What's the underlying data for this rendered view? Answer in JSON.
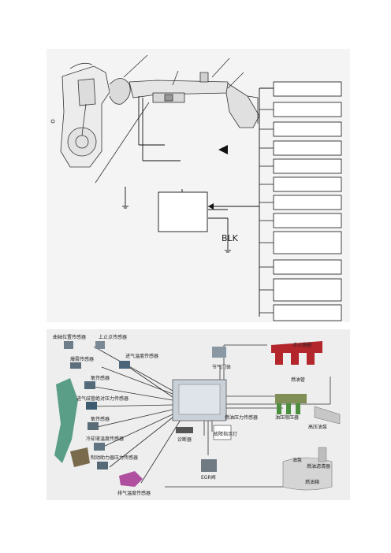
{
  "top_diagram": {
    "ground_label": "BLK",
    "output_boxes": [
      "",
      "",
      "",
      "",
      "",
      "",
      "",
      "",
      "",
      "",
      "",
      ""
    ]
  },
  "bottom_diagram": {
    "labels": {
      "crank_sensor": "曲轴位置传感器",
      "tdc_sensor": "上止点传感器",
      "knock_sensor": "爆震传感器",
      "intake_temp_sensor": "进气温度传感器",
      "throttle_body": "节气门体",
      "ignition_coil": "点火线圈",
      "oxygen_sensor_1": "氧传感器",
      "manifold_pressure_sensor": "进气歧管绝对压力传感器",
      "oxygen_sensor_2": "氧传感器",
      "coolant_temp_sensor": "冷却液温度传感器",
      "brake_booster_sensor": "制动助力器压力传感器",
      "exhaust_temp_sensor": "排气温度传感器",
      "fuel_rail": "燃油管",
      "fuel_pressure_sensor": "燃油压力传感器",
      "fuel_pressure_limiter": "油压限压器",
      "high_pressure_pump": "高压油泵",
      "diagnostic": "诊断器",
      "indicator_light": "故障指示灯",
      "egr_valve": "EGR阀",
      "fuel_filter": "燃油滤清器",
      "fuel_tank": "燃油箱",
      "fuel_pump": "油泵"
    }
  }
}
